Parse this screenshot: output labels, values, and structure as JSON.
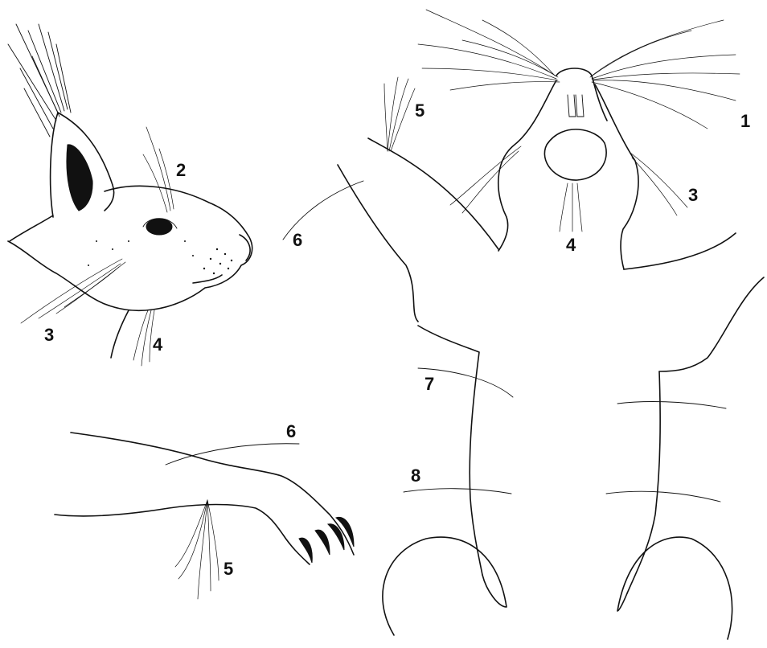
{
  "labels": {
    "head_2": "2",
    "head_3": "3",
    "head_4": "4",
    "ventral_1": "1",
    "ventral_5": "5",
    "ventral_6": "6",
    "ventral_3": "3",
    "ventral_4": "4",
    "ventral_7": "7",
    "ventral_8": "8",
    "forelimb_6": "6",
    "forelimb_5": "5"
  }
}
